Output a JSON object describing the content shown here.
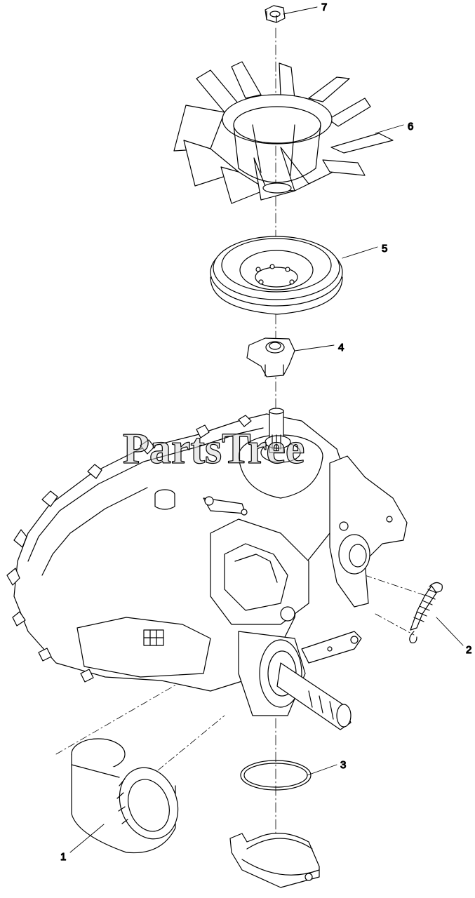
{
  "diagram": {
    "watermark": "PartsTree",
    "callouts": {
      "c1": "1",
      "c2": "2",
      "c3": "3",
      "c4": "4",
      "c5": "5",
      "c6": "6",
      "c7": "7"
    }
  },
  "colors": {
    "line": "#000000",
    "background": "#ffffff",
    "watermark": "#d9d9d9"
  }
}
